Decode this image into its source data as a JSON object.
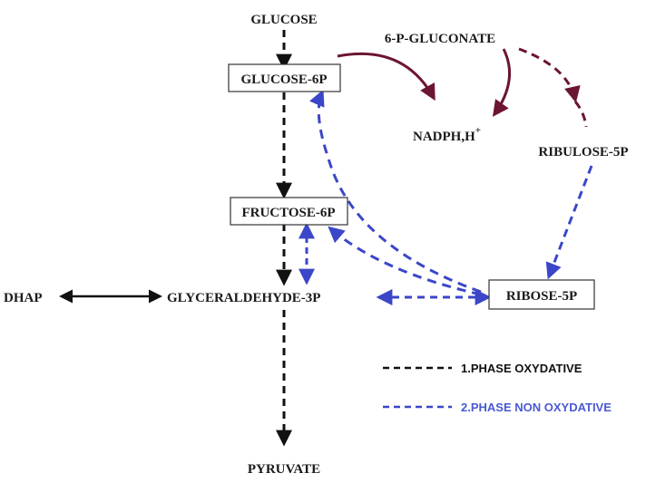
{
  "nodes": {
    "glucose": "GLUCOSE",
    "glucose_6p": "GLUCOSE-6P",
    "gluconate_6p": "6-P-GLUCONATE",
    "nadph": "NADPH,H",
    "nadph_sup": "+",
    "ribulose_5p": "RIBULOSE-5P",
    "fructose_6p": "FRUCTOSE-6P",
    "dhap": "DHAP",
    "glyceraldehyde_3p": "GLYCERALDEHYDE-3P",
    "ribose_5p": "RIBOSE-5P",
    "pyruvate": "PYRUVATE"
  },
  "legend": {
    "oxidative": "1.PHASE OXYDATIVE",
    "non_oxidative": "2.PHASE NON OXYDATIVE"
  },
  "colors": {
    "glycolysis": "#111111",
    "oxidative_arrow": "#6b1530",
    "non_oxidative": "#3b46c8",
    "legend_non_oxidative_text": "#4a5ad0"
  }
}
